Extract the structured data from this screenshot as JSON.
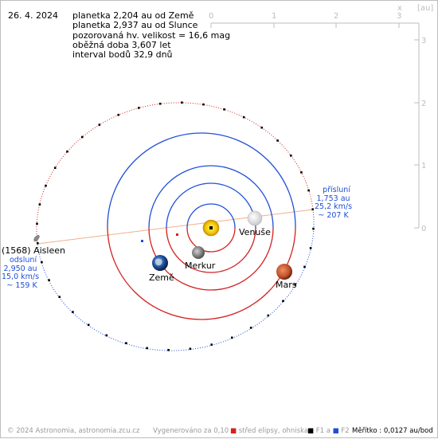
{
  "date": "26. 4. 2024",
  "info_lines": [
    "planetka 2,204 au od Země",
    "planetka 2,937 au od Slunce",
    "pozorovaná hv. velikost = 16,6 mag",
    "oběžná doba 3,607 let",
    "interval bodů 32,9 dnů"
  ],
  "axis": {
    "x_label": "x",
    "unit": "[au]",
    "ticks": [
      "0",
      "1",
      "2",
      "3"
    ]
  },
  "bodies": {
    "asteroid": "(1568) Aisleen",
    "venus": "Venuše",
    "mercury": "Merkur",
    "earth": "Země",
    "mars": "Mars"
  },
  "perihelion": {
    "title": "přísluní",
    "distance": "1,753 au",
    "speed": "25,2 km/s",
    "temp": "~ 207 K"
  },
  "aphelion": {
    "title": "odsluní",
    "distance": "2,950 au",
    "speed": "15,0 km/s",
    "temp": "~ 159 K"
  },
  "footer": {
    "copyright": "© 2024 Astronomia, astronomia.zcu.cz",
    "generated": "Vygenerováno za 0,10 s",
    "legend_center": "střed elipsy, ohniska",
    "legend_f1": "F1 a",
    "legend_f2": "F2",
    "scale": "Měřítko : 0,0127 au/bod"
  },
  "colors": {
    "sun": "#f2c500",
    "orbit_blue": "#1f4fd8",
    "orbit_red": "#d42020",
    "axis": "#bdbdbd",
    "apsides_line": "#f0b08a",
    "label_blue": "#1f4fd8"
  }
}
